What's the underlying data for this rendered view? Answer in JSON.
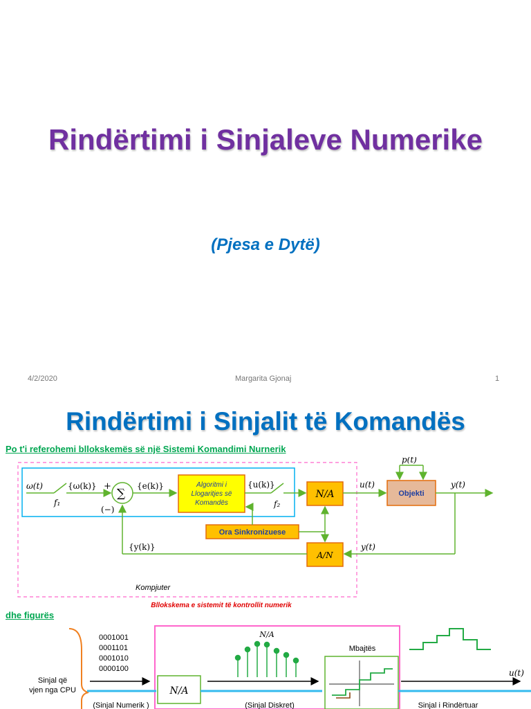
{
  "slide1": {
    "title": "Rindërtimi i Sinjaleve Numerike",
    "subtitle": "(Pjesa e Dytë)",
    "date": "4/2/2020",
    "author": "Margarita Gjonaj",
    "page": "1"
  },
  "slide2": {
    "title": "Rindërtimi i Sinjalit të Komandës",
    "intro": "Po t'i referohemi bllokskemës  së një Sistemi Komandimi Nurnerik",
    "diagram1": {
      "w": "ω(t)",
      "wk": "{ω(k)}",
      "f1": "f₁",
      "plus": "+",
      "minus": "(−)",
      "sigma": "∑",
      "ek": "{e(k)}",
      "algo1": "Algoritmi i",
      "algo2": "Llogaritjes së",
      "algo3": "Komandës",
      "uk": "{u(k)}",
      "f2": "f₂",
      "na": "N/A",
      "ut": "u(t)",
      "pt": "p(t)",
      "object": "Objekti",
      "yt": "y(t)",
      "clock": "Ora Sinkronizuese",
      "an": "A/N",
      "yt2": "y(t)",
      "yk": "{y(k)}",
      "computer": "Kompjuter",
      "caption": "Bllokskema e sistemit të kontrollit numerik"
    },
    "figure_label": "dhe figurës",
    "diagram2": {
      "codes": [
        "0001001",
        "0001101",
        "0001010",
        "0000100"
      ],
      "source1": "Sinjal që",
      "source2": "vjen nga CPU",
      "na": "N/A",
      "na_top": "N/A",
      "hold": "Mbajtës",
      "ut": "u(t)",
      "numeric": "(Sinjal Numerik )",
      "discrete": "(Sinjal Diskret)",
      "rebuilt": "Sinjal i Rindërtuar"
    }
  },
  "colors": {
    "title1": "#7030a0",
    "title2": "#0070c0",
    "green": "#00a651",
    "orange_block": "#ffc000",
    "yellow_block": "#ffff00",
    "object_block": "#e6b99a",
    "pink_border": "#ff66cc",
    "cyan_border": "#00b0f0"
  }
}
